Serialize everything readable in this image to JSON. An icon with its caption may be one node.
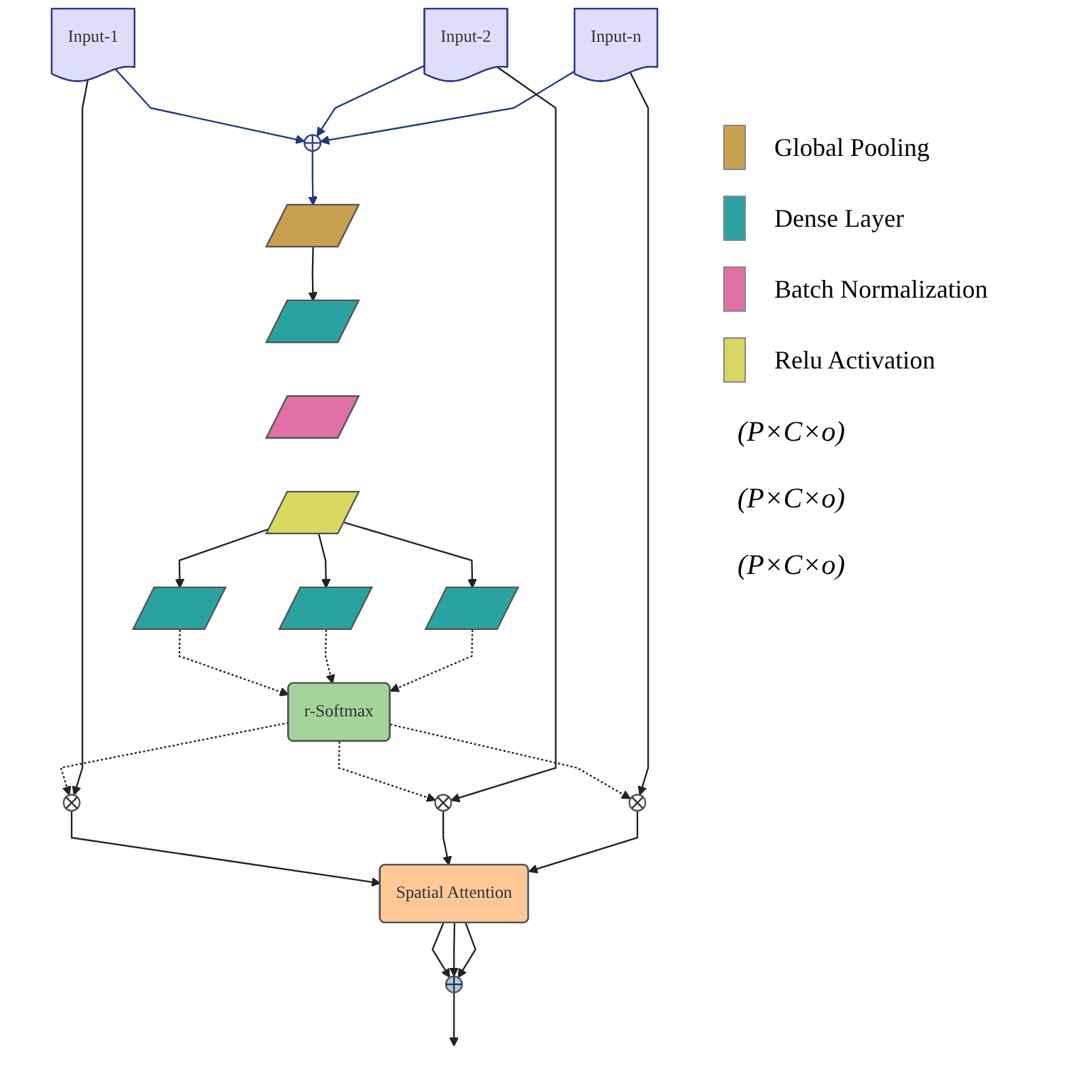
{
  "diagram": {
    "nodes": [
      {
        "text": [
          "Input-1"
        ]
      },
      {
        "text": [
          "Input-2"
        ]
      },
      {
        "text": [
          "Input-n"
        ]
      },
      {
        "text": [],
        "shape": "circle"
      },
      {
        "text": [],
        "shape": "bar"
      },
      {
        "text": [],
        "shape": "bar"
      },
      {
        "text": [],
        "shape": "bar"
      },
      {
        "text": [],
        "shape": "bar"
      },
      {
        "text": [],
        "shape": "bar"
      },
      {
        "text": [],
        "shape": "bar"
      },
      {
        "text": [],
        "shape": "bar"
      },
      {
        "text": [
          "r-Softmax"
        ]
      },
      {
        "text": [],
        "shape": "circle"
      },
      {
        "text": [],
        "shape": "circle"
      },
      {
        "text": [],
        "shape": "circle"
      },
      {
        "text": [
          "Spatial Attention"
        ]
      },
      {
        "text": [],
        "shape": "circle"
      }
    ],
    "edges": [
      {
        "from": 0,
        "to": 3,
        "arrow": "to",
        "color": "#1f3a7a"
      },
      {
        "from": 1,
        "to": 3,
        "arrow": "to",
        "color": "#1f3a7a"
      },
      {
        "from": 2,
        "to": 3,
        "arrow": "to",
        "color": "#1f3a7a"
      },
      {
        "from": 3,
        "to": 4,
        "arrow": "to",
        "color": "#1f3a7a"
      },
      {
        "from": 4,
        "to": 5,
        "arrow": "to"
      },
      {
        "from": 7,
        "to": 8,
        "arrow": "to"
      },
      {
        "from": 7,
        "to": 9,
        "arrow": "to"
      },
      {
        "from": 7,
        "to": 10,
        "arrow": "to"
      },
      {
        "from": 8,
        "to": 11,
        "arrow": "to",
        "style": "dashed"
      },
      {
        "from": 9,
        "to": 11,
        "arrow": "to",
        "style": "dashed"
      },
      {
        "from": 10,
        "to": 11,
        "arrow": "to",
        "style": "dashed"
      },
      {
        "from": 11,
        "to": 12,
        "arrow": "to",
        "style": "dashed"
      },
      {
        "from": 11,
        "to": 13,
        "arrow": "to",
        "style": "dashed"
      },
      {
        "from": 11,
        "to": 14,
        "arrow": "to",
        "style": "dashed"
      },
      {
        "from": 0,
        "to": 12,
        "arrow": "to"
      },
      {
        "from": 1,
        "to": 13,
        "arrow": "to"
      },
      {
        "from": 2,
        "to": 14,
        "arrow": "to"
      },
      {
        "from": 12,
        "to": 15,
        "arrow": "to"
      },
      {
        "from": 13,
        "to": 15,
        "arrow": "to"
      },
      {
        "from": 14,
        "to": 15,
        "arrow": "to"
      },
      {
        "from": 15,
        "to": 16,
        "arrow": "to"
      },
      {
        "from": 15,
        "to": 16,
        "arrow": "to"
      },
      {
        "from": 15,
        "to": 16,
        "arrow": "to"
      },
      {
        "from": 16,
        "to": null,
        "arrow": "to"
      }
    ],
    "labels": [
      "(P×C×o)",
      "(P×C×o)",
      "(P×C×o)"
    ],
    "legend": [
      {
        "text": "Global Pooling",
        "color": "#c9a04e"
      },
      {
        "text": "Dense Layer",
        "color": "#2aa3a0"
      },
      {
        "text": "Batch Normalization",
        "color": "#e070a8"
      },
      {
        "text": "Relu Activation",
        "color": "#d8d860"
      }
    ]
  }
}
